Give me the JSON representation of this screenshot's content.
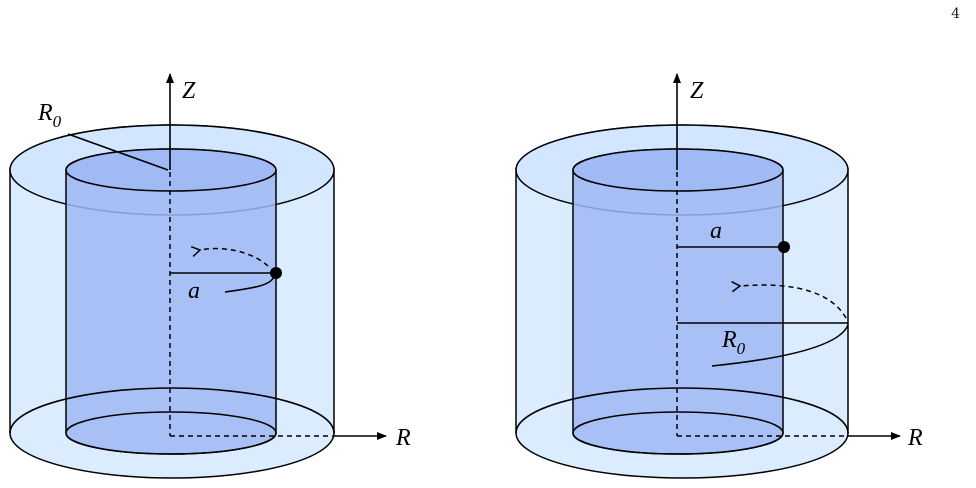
{
  "page_number": "4",
  "labels": {
    "left": {
      "z": "Z",
      "r": "R",
      "outer_radius": "R",
      "outer_radius_sub": "0",
      "inner_radius": "a"
    },
    "right": {
      "z": "Z",
      "r": "R",
      "outer_radius": "R",
      "outer_radius_sub": "0",
      "inner_radius": "a"
    }
  },
  "colors": {
    "outer_shell": "#cfe6ff",
    "inner_cylinder": "#9fb8f5",
    "stroke": "#000000"
  }
}
